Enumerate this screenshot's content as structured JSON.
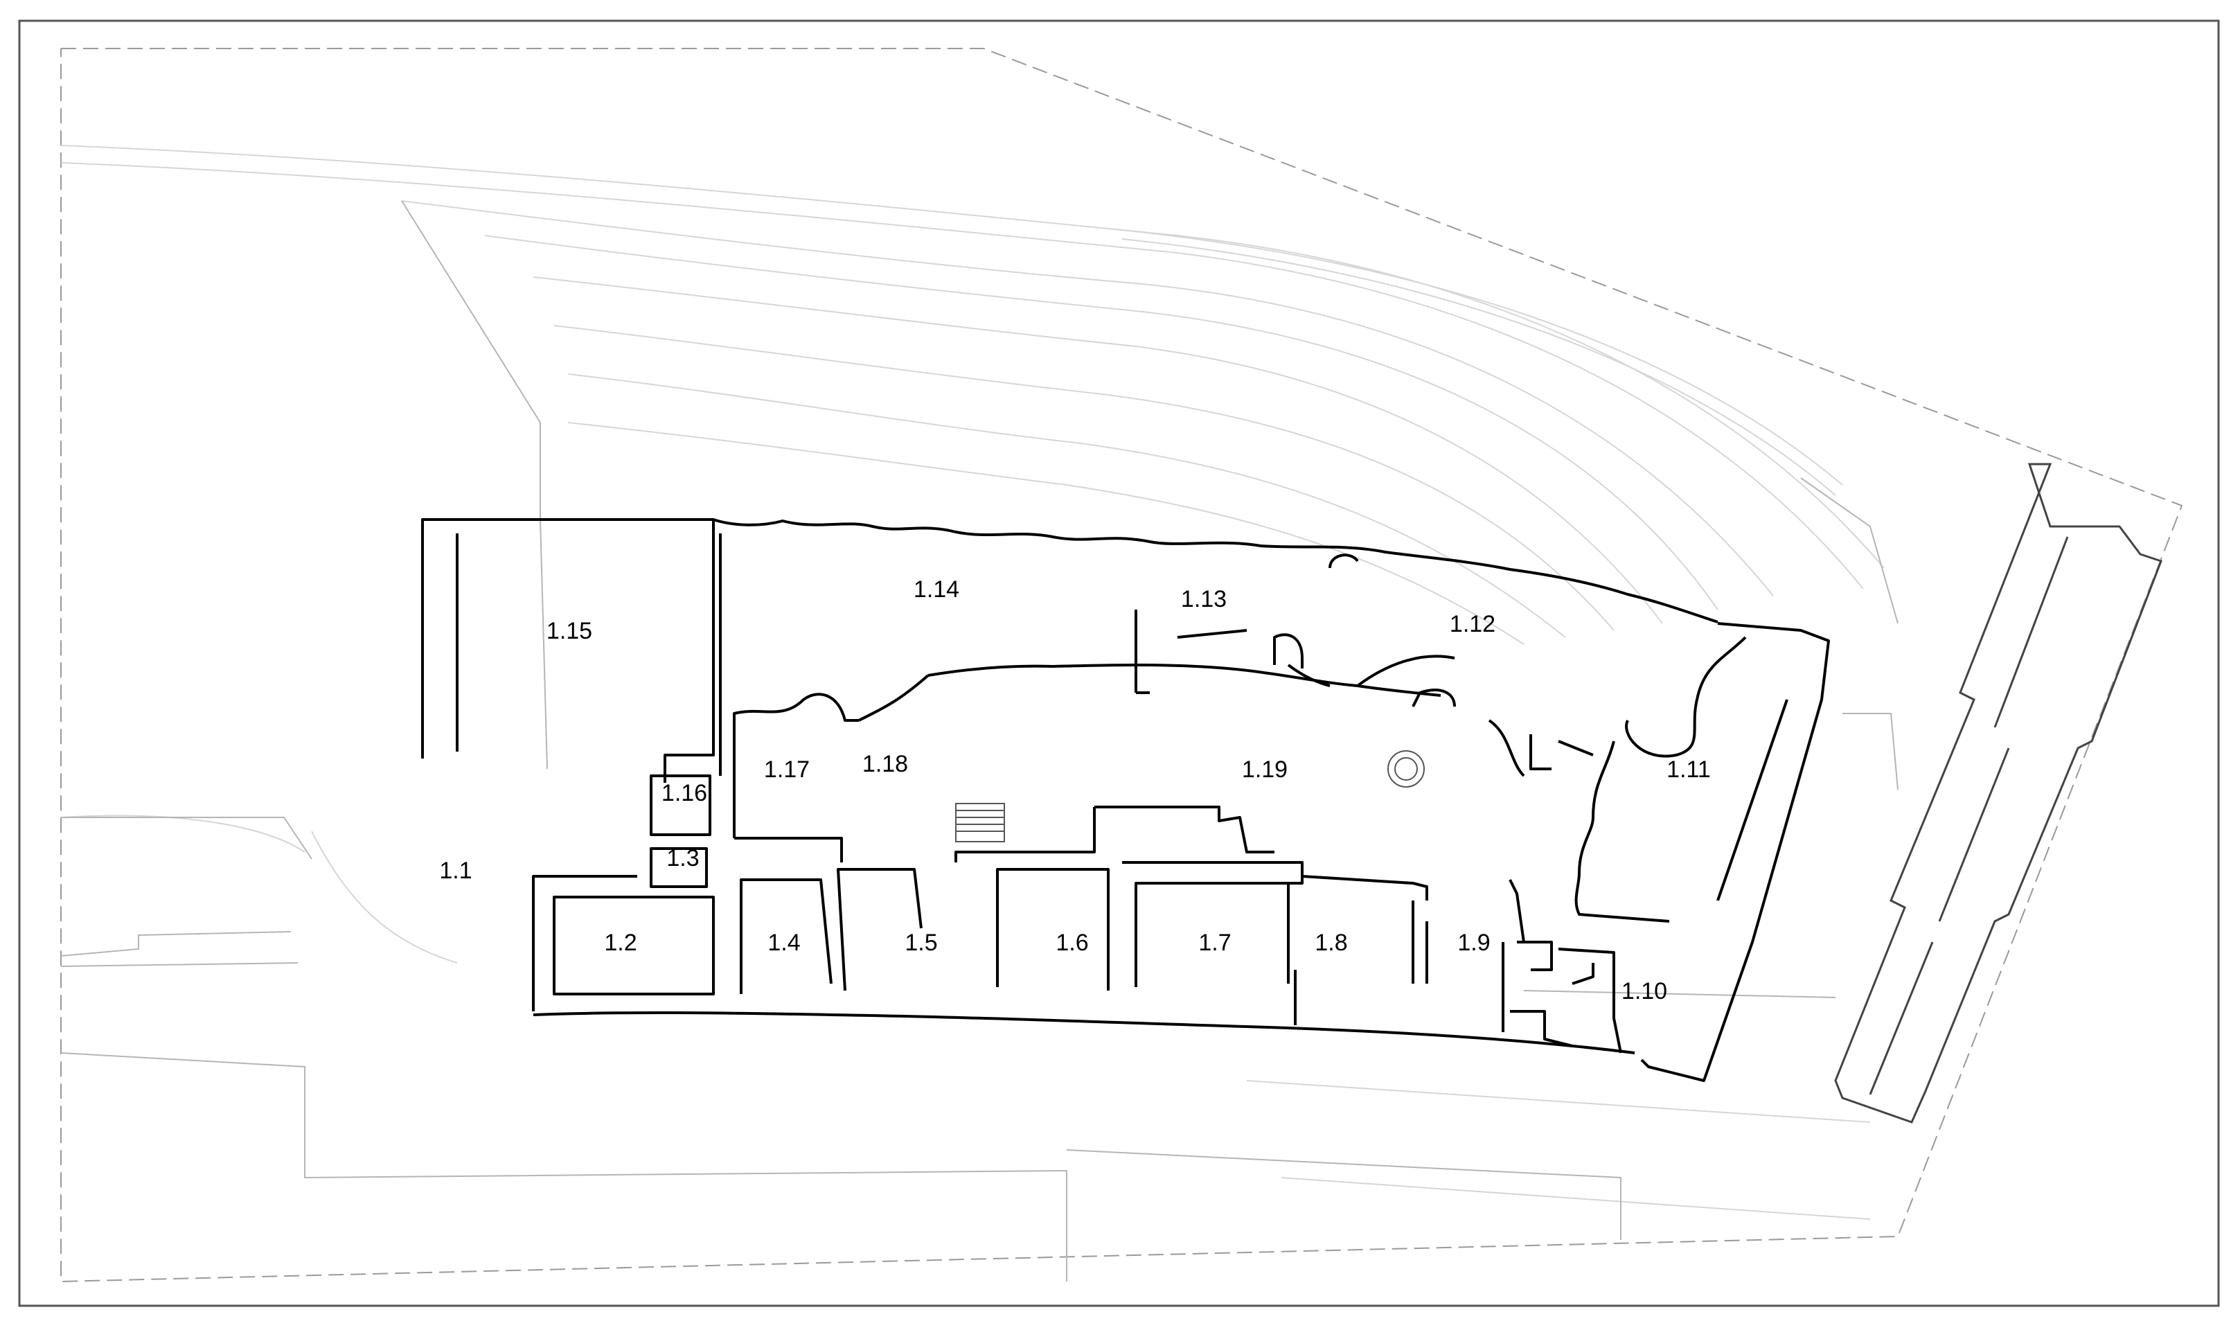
{
  "plan": {
    "rooms": [
      {
        "id": "room-1-1",
        "label": "1.1"
      },
      {
        "id": "room-1-2",
        "label": "1.2"
      },
      {
        "id": "room-1-3",
        "label": "1.3"
      },
      {
        "id": "room-1-4",
        "label": "1.4"
      },
      {
        "id": "room-1-5",
        "label": "1.5"
      },
      {
        "id": "room-1-6",
        "label": "1.6"
      },
      {
        "id": "room-1-7",
        "label": "1.7"
      },
      {
        "id": "room-1-8",
        "label": "1.8"
      },
      {
        "id": "room-1-9",
        "label": "1.9"
      },
      {
        "id": "room-1-10",
        "label": "1.10"
      },
      {
        "id": "room-1-11",
        "label": "1.11"
      },
      {
        "id": "room-1-12",
        "label": "1.12"
      },
      {
        "id": "room-1-13",
        "label": "1.13"
      },
      {
        "id": "room-1-14",
        "label": "1.14"
      },
      {
        "id": "room-1-15",
        "label": "1.15"
      },
      {
        "id": "room-1-16",
        "label": "1.16"
      },
      {
        "id": "room-1-17",
        "label": "1.17"
      },
      {
        "id": "room-1-18",
        "label": "1.18"
      },
      {
        "id": "room-1-19",
        "label": "1.19"
      }
    ],
    "colors": {
      "wall": "#000000",
      "boundary": "#9a9a9a",
      "contour": "#d6d6d6",
      "frame": "#555555"
    }
  }
}
